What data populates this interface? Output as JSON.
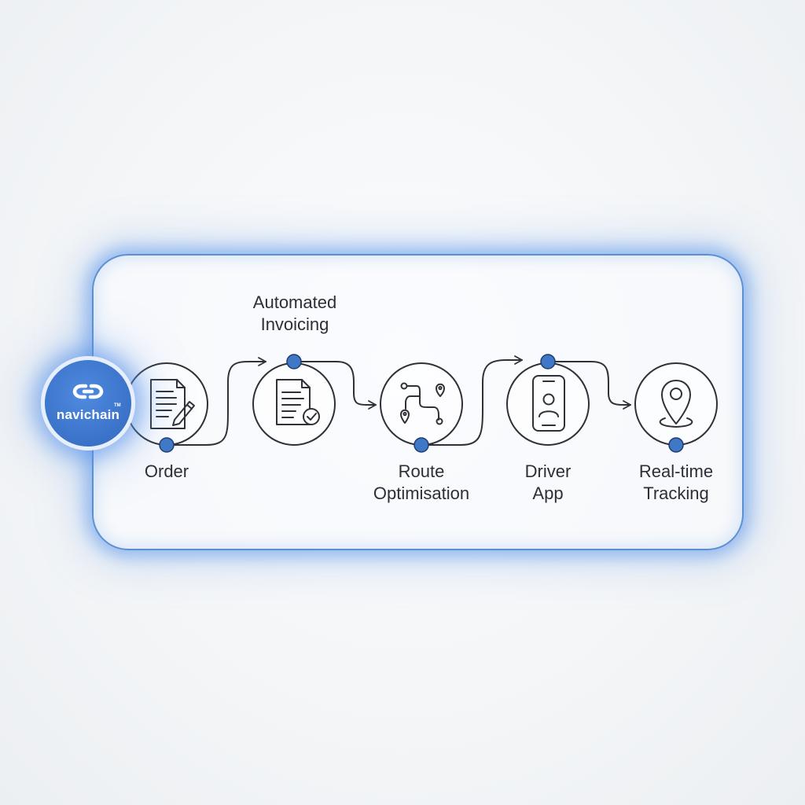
{
  "brand": {
    "name": "navichain",
    "tm": "TM"
  },
  "steps": [
    {
      "id": "order",
      "lines": [
        "Order"
      ],
      "icon": "order-document-pen-icon"
    },
    {
      "id": "automated-invoicing",
      "lines": [
        "Automated",
        "Invoicing"
      ],
      "icon": "invoice-check-icon"
    },
    {
      "id": "route-optimisation",
      "lines": [
        "Route",
        "Optimisation"
      ],
      "icon": "route-map-pins-icon"
    },
    {
      "id": "driver-app",
      "lines": [
        "Driver",
        "App"
      ],
      "icon": "smartphone-user-icon"
    },
    {
      "id": "real-time-tracking",
      "lines": [
        "Real-time",
        "Tracking"
      ],
      "icon": "location-pin-icon"
    }
  ],
  "colors": {
    "accent": "#5b8fd4",
    "node_dot": "#3f78c6",
    "line": "#2e3138",
    "badge": "#3a72c8"
  }
}
